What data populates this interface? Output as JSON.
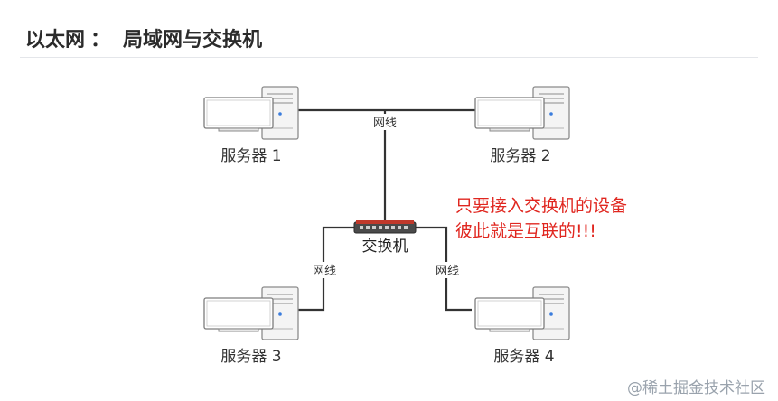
{
  "header": {
    "prefix": "以太网",
    "separator": "：",
    "title": "局域网与交换机"
  },
  "diagram": {
    "servers": [
      "服务器 1",
      "服务器 2",
      "服务器 3",
      "服务器 4"
    ],
    "cable_label": "网线",
    "switch_label": "交换机",
    "note_line1": "只要接入交换机的设备",
    "note_line2": "彼此就是互联的!!!"
  },
  "colors": {
    "note": "#e0261f",
    "line": "#333333",
    "switch": "#c0392b"
  },
  "watermark": "@稀土掘金技术社区"
}
